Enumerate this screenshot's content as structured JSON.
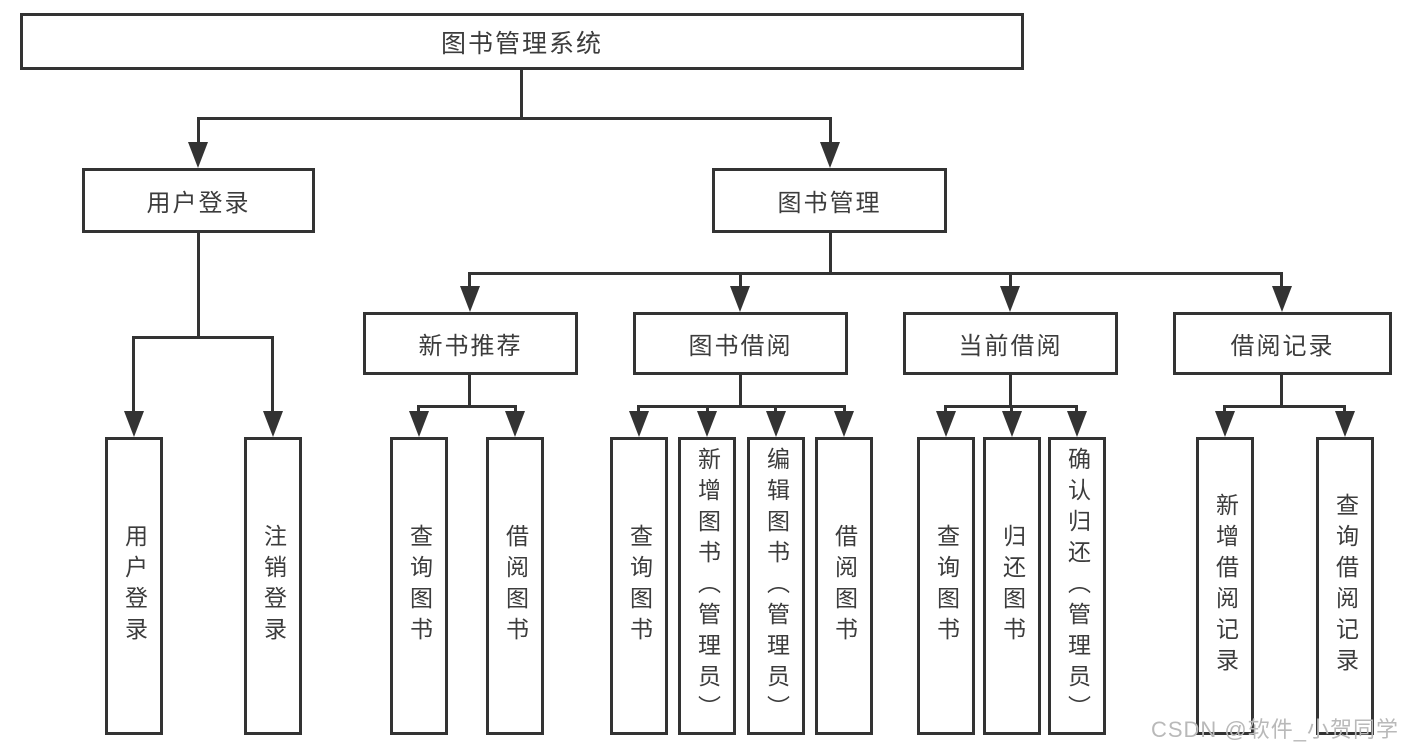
{
  "watermark": "CSDN @软件_小贺同学",
  "colors": {
    "line": "#333333",
    "text": "#3c3c3c",
    "watermark": "#b9b9b9"
  },
  "tree": {
    "root": {
      "label": "图书管理系统",
      "children": [
        {
          "label": "用户登录",
          "children": [
            {
              "label": "用户登录"
            },
            {
              "label": "注销登录"
            }
          ]
        },
        {
          "label": "图书管理",
          "children": [
            {
              "label": "新书推荐",
              "children": [
                {
                  "label": "查询图书"
                },
                {
                  "label": "借阅图书"
                }
              ]
            },
            {
              "label": "图书借阅",
              "children": [
                {
                  "label": "查询图书"
                },
                {
                  "label": "新增图书（管理员）"
                },
                {
                  "label": "编辑图书（管理员）"
                },
                {
                  "label": "借阅图书"
                }
              ]
            },
            {
              "label": "当前借阅",
              "children": [
                {
                  "label": "查询图书"
                },
                {
                  "label": "归还图书"
                },
                {
                  "label": "确认归还（管理员）"
                }
              ]
            },
            {
              "label": "借阅记录",
              "children": [
                {
                  "label": "新增借阅记录"
                },
                {
                  "label": "查询借阅记录"
                }
              ]
            }
          ]
        }
      ]
    }
  }
}
